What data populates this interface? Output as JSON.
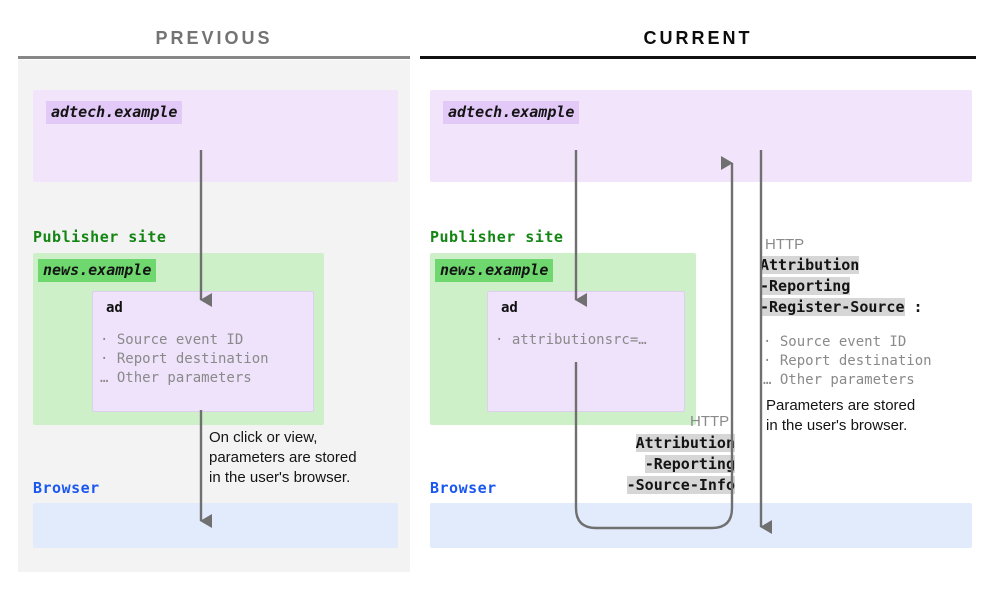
{
  "columns": {
    "previous": {
      "title": "PREVIOUS"
    },
    "current": {
      "title": "CURRENT"
    }
  },
  "labels": {
    "publisher_site": "Publisher site",
    "browser": "Browser"
  },
  "chips": {
    "adtech": "adtech.example",
    "news": "news.example"
  },
  "ad_card": {
    "title": "ad",
    "params_previous": "· Source event ID\n· Report destination\n… Other parameters",
    "params_current": "· attributionsrc=…"
  },
  "notes": {
    "previous": "On click or view,\nparameters are stored\nin the user's browser.",
    "current": "Parameters are stored\nin the user's browser."
  },
  "http": {
    "word": "HTTP",
    "source_info_header": {
      "line1": "Attribution",
      "line2": "-Reporting",
      "line3": "-Source-Info"
    },
    "register_source_header": {
      "line1": "Attribution",
      "line2": "-Reporting",
      "line3": "-Register-Source",
      "suffix": " :"
    },
    "register_source_params": "· Source event ID\n· Report destination\n… Other parameters"
  },
  "colors": {
    "adtech_zone": "#f1e4fb",
    "publisher_zone": "#cdf0c8",
    "browser_zone": "#e2ebfb",
    "adtech_chip": "#e3c9f7",
    "news_chip": "#6ed86e",
    "publisher_label": "#138513",
    "browser_label": "#1a56f0",
    "arrow": "#707070",
    "header_highlight": "#d6d6d6",
    "panel_background": "#f3f3f3",
    "rule_previous": "#878787",
    "rule_current": "#111111"
  }
}
